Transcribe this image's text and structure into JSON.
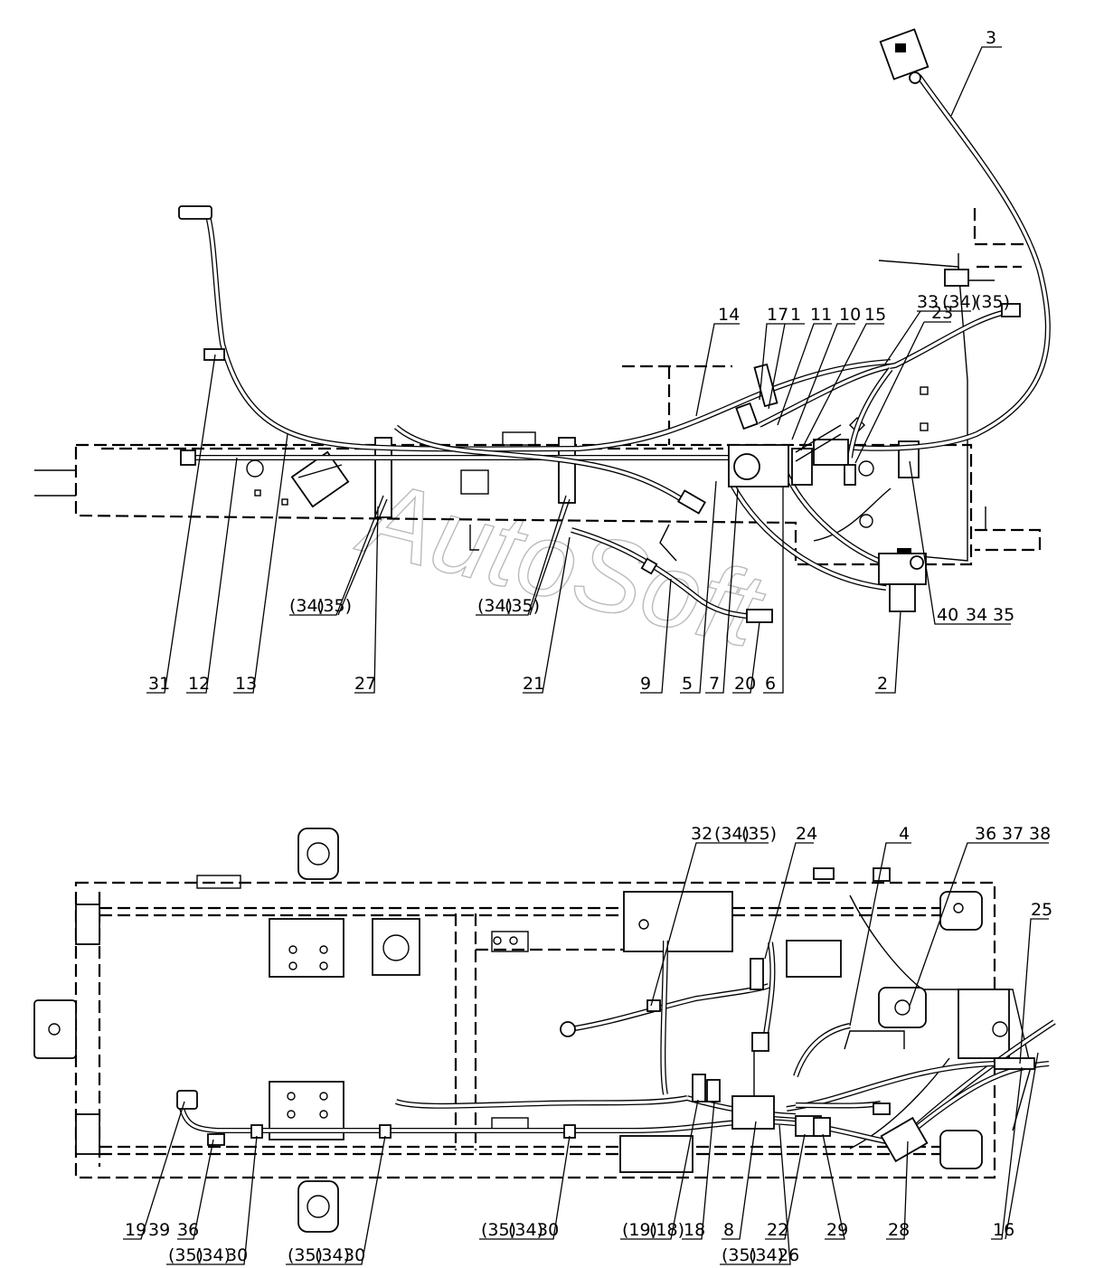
{
  "watermark": "AutoSoft",
  "top_view": {
    "labels": {
      "n3": "3",
      "n33": "33",
      "n34a": "(34)",
      "n35a": "(35)",
      "n23": "23",
      "n14": "14",
      "n17": "17",
      "n1": "1",
      "n11": "11",
      "n10": "10",
      "n15": "15",
      "n34b": "(34)",
      "n35b": "(35)",
      "n34c": "(34)",
      "n35c": "(35)",
      "n40": "40",
      "n34d": "34",
      "n35d": "35",
      "n31": "31",
      "n12": "12",
      "n13": "13",
      "n27": "27",
      "n21": "21",
      "n9": "9",
      "n5": "5",
      "n7": "7",
      "n20": "20",
      "n6": "6",
      "n2": "2"
    }
  },
  "bottom_view": {
    "labels": {
      "n32": "32",
      "n34e": "(34)",
      "n35e": "(35)",
      "n24": "24",
      "n4": "4",
      "n36a": "36",
      "n37": "37",
      "n38": "38",
      "n25": "25",
      "n19a": "19",
      "n39": "39",
      "n36b": "36",
      "n35f": "(35)",
      "n34f": "(34)",
      "n30a": "30",
      "n35g": "(35)",
      "n34g": "(34)",
      "n30b": "30",
      "n35h": "(35)",
      "n34h": "(34)",
      "n30c": "30",
      "n19b": "(19)",
      "n18a": "(18)",
      "n18b": "18",
      "n8": "8",
      "n22": "22",
      "n29": "29",
      "n35i": "(35)",
      "n34i": "(34)",
      "n26": "26",
      "n28": "28",
      "n16": "16"
    }
  }
}
